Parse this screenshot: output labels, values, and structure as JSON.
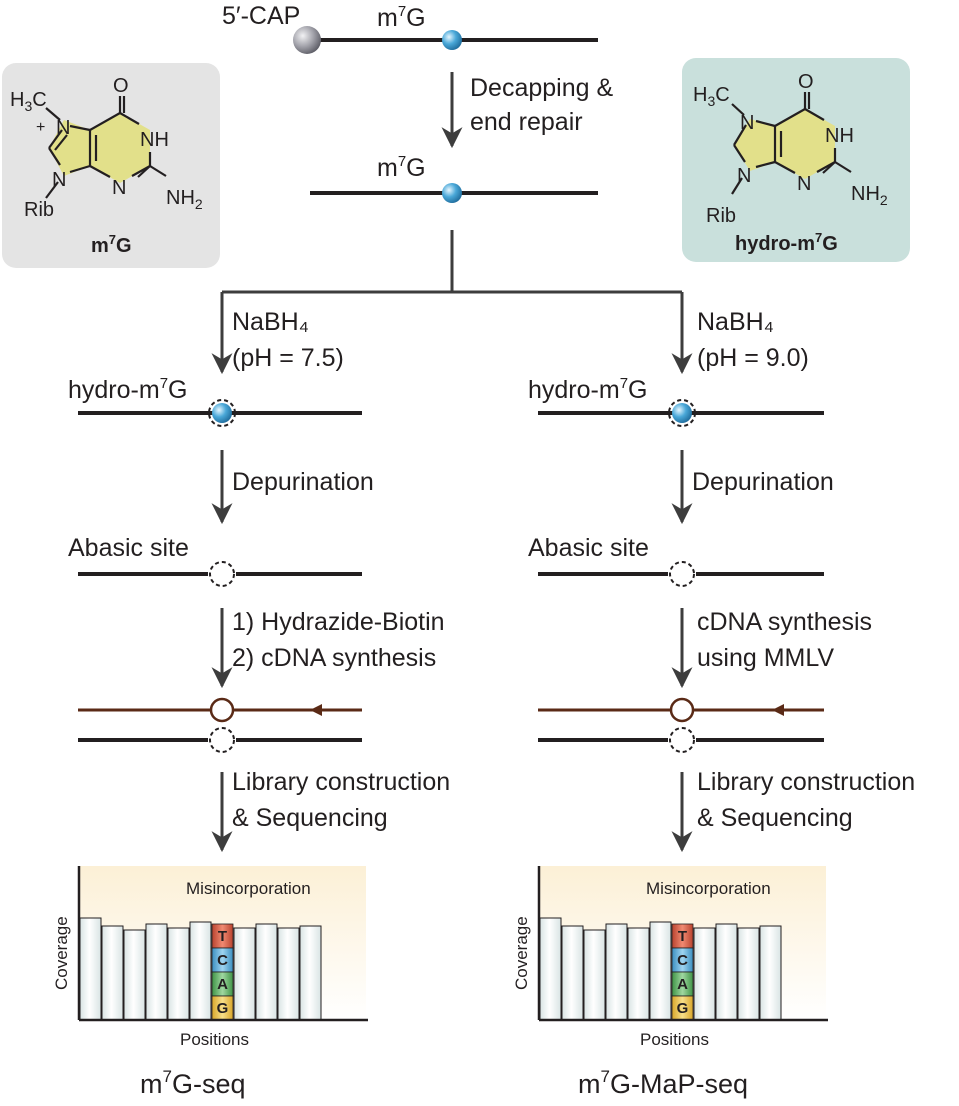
{
  "top": {
    "cap_label": "5′-CAP",
    "m7g_label": "m",
    "m7g_sup": "7",
    "m7g_tail": "G",
    "step1_line1": "Decapping &",
    "step1_line2": "end repair"
  },
  "m7g_structure": {
    "name": "m",
    "name_sup": "7",
    "name_tail": "G",
    "methyl": "H",
    "methyl_sub": "3",
    "methyl_c": "C",
    "plus": "+",
    "n7": "N",
    "n9": "N",
    "n1h": "NH",
    "n3": "N",
    "nh2": "NH",
    "nh2_sub": "2",
    "o": "O",
    "rib": "Rib"
  },
  "hydro_structure": {
    "name": "hydro-m",
    "name_sup": "7",
    "name_tail": "G",
    "methyl": "H",
    "methyl_sub": "3",
    "methyl_c": "C",
    "n7": "N",
    "n9": "N",
    "n1h": "NH",
    "n3": "N",
    "nh2": "NH",
    "nh2_sub": "2",
    "o": "O",
    "rib": "Rib"
  },
  "left": {
    "reagent": "NaBH₄",
    "ph": "(pH = 7.5)",
    "hydro_label": "hydro-m",
    "hydro_sup": "7",
    "hydro_tail": "G",
    "step_depurination": "Depurination",
    "abasic": "Abasic site",
    "step_c1": "1) Hydrazide-Biotin",
    "step_c2": "2) cDNA synthesis",
    "step_d1": "Library construction",
    "step_d2": "& Sequencing",
    "plot_top": "Misincorporation",
    "plot_y": "Coverage",
    "plot_x": "Positions",
    "method_prefix": "m",
    "method_sup": "7",
    "method_tail": "G-seq"
  },
  "right": {
    "reagent": "NaBH₄",
    "ph": "(pH = 9.0)",
    "hydro_label": "hydro-m",
    "hydro_sup": "7",
    "hydro_tail": "G",
    "step_depurination": "Depurination",
    "abasic": "Abasic site",
    "step_c1": "cDNA synthesis",
    "step_c2": "using MMLV",
    "step_d1": "Library construction",
    "step_d2": "& Sequencing",
    "plot_top": "Misincorporation",
    "plot_y": "Coverage",
    "plot_x": "Positions",
    "method_prefix": "m",
    "method_sup": "7",
    "method_tail": "G-MaP-seq"
  },
  "nucleotides": [
    "T",
    "C",
    "A",
    "G"
  ],
  "colors": {
    "strand": "#231f20",
    "cdna": "#5a2a16",
    "arrow": "#3d3d3d",
    "bead_blue": "#4aa8d8",
    "bead_gray": "#9a9aa2",
    "m7g_panel": "#e4e4e4",
    "hydro_panel": "#c9e0dc",
    "ring_fill": "#e2e08a",
    "plot_bg": "#fcf3df",
    "bar_fill": "#f1f6f6",
    "nt_T": "#e0604a",
    "nt_C": "#5cb3e0",
    "nt_A": "#69b86a",
    "nt_G": "#f1c94c"
  }
}
